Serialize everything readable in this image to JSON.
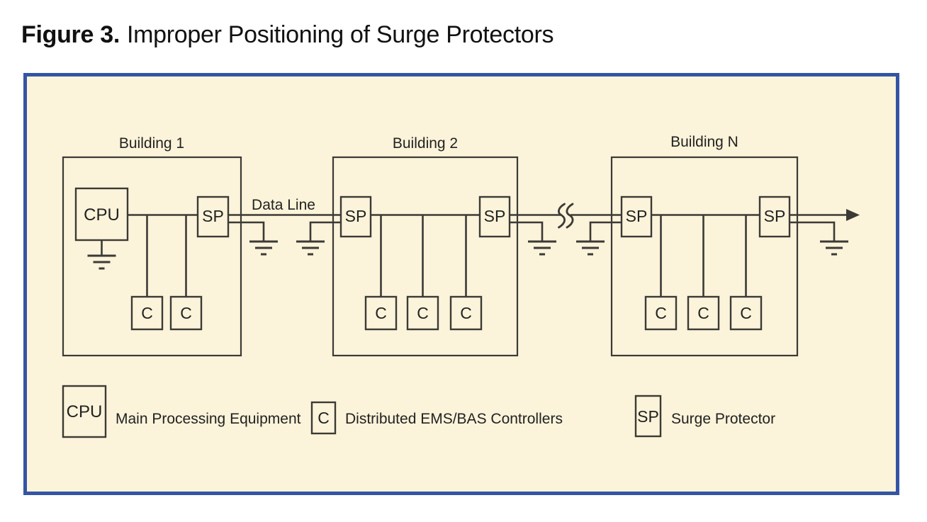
{
  "title": {
    "prefix": "Figure 3.",
    "text": "Improper Positioning of Surge Protectors"
  },
  "diagram": {
    "buildings": [
      {
        "label": "Building 1"
      },
      {
        "label": "Building 2"
      },
      {
        "label": "Building N"
      }
    ],
    "data_line_label": "Data Line",
    "labels": {
      "cpu": "CPU",
      "sp": "SP",
      "c": "C"
    }
  },
  "legend": [
    {
      "symbol": "CPU",
      "description": "Main Processing Equipment"
    },
    {
      "symbol": "C",
      "description": "Distributed EMS/BAS Controllers"
    },
    {
      "symbol": "SP",
      "description": "Surge Protector"
    }
  ],
  "colors": {
    "panel_background": "#FBF3DA",
    "panel_border": "#3355A4",
    "line": "#3B3A35",
    "text": "#1E1E1E"
  }
}
